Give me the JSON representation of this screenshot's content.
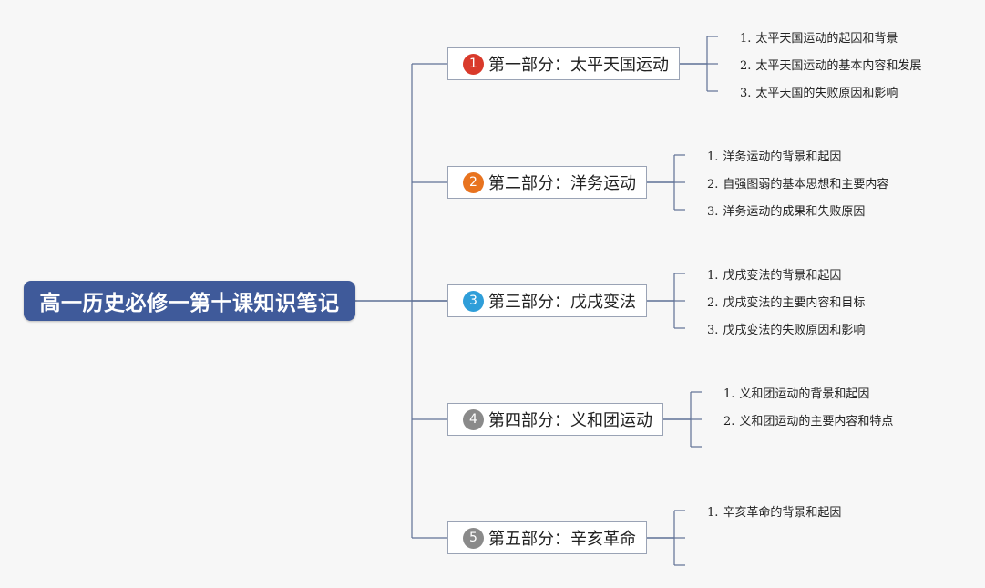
{
  "root": {
    "title": "高一历史必修一第十课知识笔记"
  },
  "colors": {
    "root_bg": "#3f5a9a",
    "line": "#5f7196",
    "badge_red": "#d93a2b",
    "badge_orange": "#e8731f",
    "badge_blue": "#2f9ed9",
    "badge_gray": "#8a8a8a"
  },
  "branches": [
    {
      "num": "1",
      "label": "第一部分：太平天国运动",
      "badge_color": "#d93a2b",
      "children": [
        {
          "num": "1.",
          "text": "太平天国运动的起因和背景"
        },
        {
          "num": "2.",
          "text": "太平天国运动的基本内容和发展"
        },
        {
          "num": "3.",
          "text": "太平天国的失败原因和影响"
        }
      ]
    },
    {
      "num": "2",
      "label": "第二部分：洋务运动",
      "badge_color": "#e8731f",
      "children": [
        {
          "num": "1.",
          "text": "洋务运动的背景和起因"
        },
        {
          "num": "2.",
          "text": "自强图弱的基本思想和主要内容"
        },
        {
          "num": "3.",
          "text": "洋务运动的成果和失败原因"
        }
      ]
    },
    {
      "num": "3",
      "label": "第三部分：戊戌变法",
      "badge_color": "#2f9ed9",
      "children": [
        {
          "num": "1.",
          "text": "戊戌变法的背景和起因"
        },
        {
          "num": "2.",
          "text": "戊戌变法的主要内容和目标"
        },
        {
          "num": "3.",
          "text": "戊戌变法的失败原因和影响"
        }
      ]
    },
    {
      "num": "4",
      "label": "第四部分：义和团运动",
      "badge_color": "#8a8a8a",
      "children": [
        {
          "num": "1.",
          "text": "义和团运动的背景和起因"
        },
        {
          "num": "2.",
          "text": "义和团运动的主要内容和特点"
        },
        {
          "num": "",
          "text": ""
        }
      ]
    },
    {
      "num": "5",
      "label": "第五部分：辛亥革命",
      "badge_color": "#8a8a8a",
      "children": [
        {
          "num": "1.",
          "text": "辛亥革命的背景和起因"
        },
        {
          "num": "",
          "text": ""
        },
        {
          "num": "",
          "text": ""
        }
      ]
    }
  ]
}
